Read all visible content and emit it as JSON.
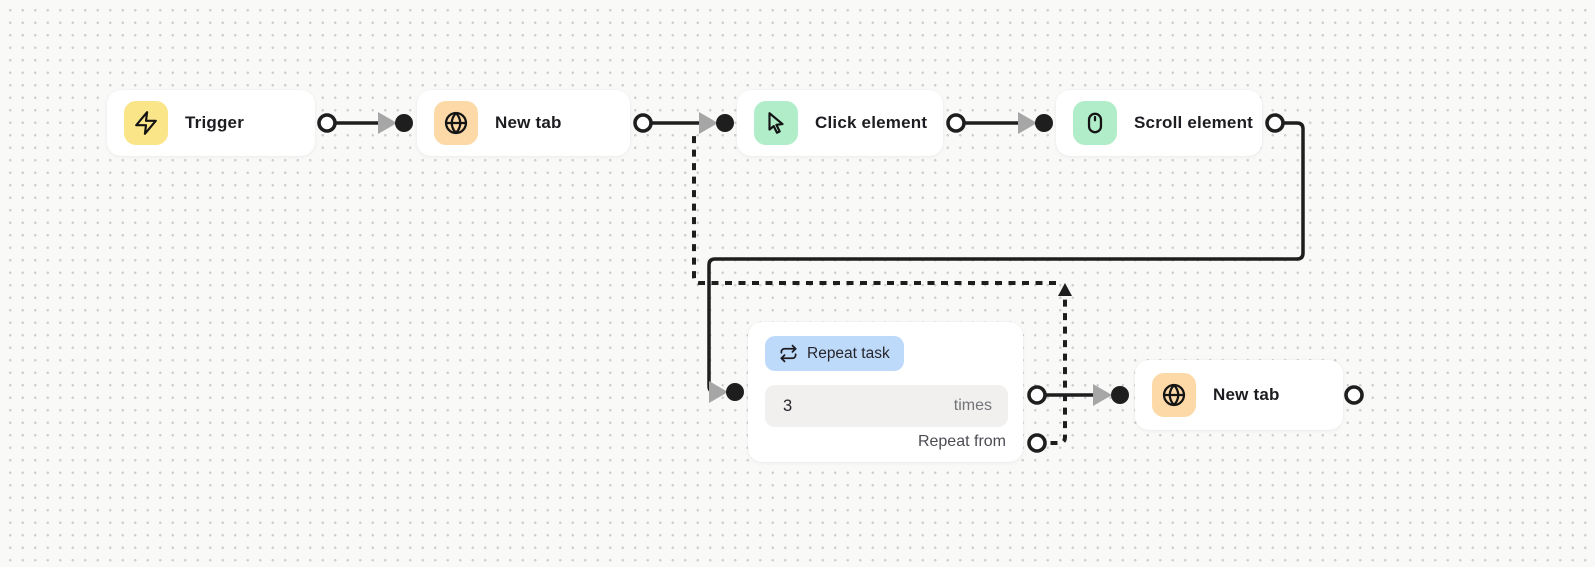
{
  "app": {
    "name": "workflow-editor-canvas",
    "view": "automation-flow"
  },
  "theme": {
    "canvas_bg": "#f9f9f8",
    "dot_color": "#cfcfcf",
    "edge_color": "#1e1e1e",
    "arrow_color": "#a6a6a6",
    "node_bg": "#ffffff",
    "node_text": "#1c1c21",
    "muted_text": "#73737a",
    "badge_bg": "#bedafb",
    "badge_text": "#26262c",
    "field_bg": "#f1f0ee",
    "icon_yellow": "#fae588",
    "icon_orange": "#fcd9a6",
    "icon_green": "#b2edc9"
  },
  "nodes": [
    {
      "id": "trigger",
      "label": "Trigger",
      "icon": "zap-icon"
    },
    {
      "id": "new-tab-1",
      "label": "New tab",
      "icon": "globe-icon"
    },
    {
      "id": "click-element",
      "label": "Click element",
      "icon": "cursor-icon"
    },
    {
      "id": "scroll-element",
      "label": "Scroll element",
      "icon": "mouse-icon"
    },
    {
      "id": "repeat-task",
      "badge_label": "Repeat task",
      "badge_icon": "repeat-icon",
      "times_value": "3",
      "times_suffix": "times",
      "repeat_from_label": "Repeat from"
    },
    {
      "id": "new-tab-2",
      "label": "New tab",
      "icon": "globe-icon"
    }
  ],
  "edges": [
    {
      "from": "trigger",
      "to": "new-tab-1",
      "style": "solid"
    },
    {
      "from": "new-tab-1",
      "to": "click-element",
      "style": "solid"
    },
    {
      "from": "click-element",
      "to": "scroll-element",
      "style": "solid"
    },
    {
      "from": "scroll-element",
      "to": "repeat-task",
      "style": "solid"
    },
    {
      "from": "repeat-task",
      "to": "new-tab-2",
      "style": "solid"
    },
    {
      "from": "repeat-task-repeat-from",
      "to": "click-element",
      "style": "dashed"
    }
  ]
}
